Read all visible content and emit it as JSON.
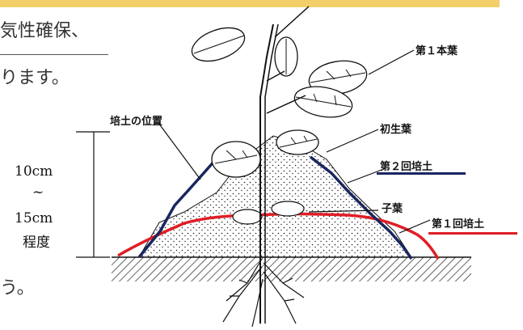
{
  "colors": {
    "accent_bar": "#f2cf69",
    "ridge_outline": "#19265f",
    "first_hilling": "#e01e25",
    "ink": "#111111",
    "text_gray": "#333333"
  },
  "text_fragments": {
    "line1": "気性確保、",
    "line2": "ります。",
    "line3": "う。"
  },
  "diagram": {
    "labels": {
      "first_true_leaf": "第１本葉",
      "primary_leaf": "初生葉",
      "hilling_position": "培土の位置",
      "second_hilling": "第２回培土",
      "cotyledon": "子葉",
      "first_hilling": "第１回培土"
    },
    "height_range": {
      "top": "10cm",
      "tilde": "~",
      "bottom": "15cm",
      "caption": "程度"
    }
  }
}
